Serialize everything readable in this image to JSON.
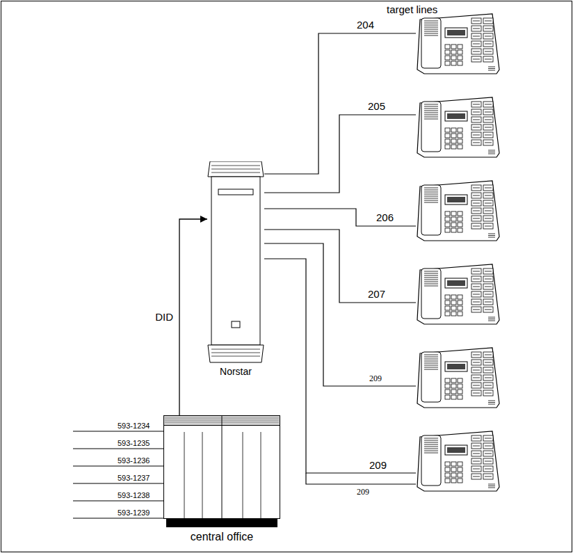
{
  "diagram": {
    "nodes": [
      {
        "text": [
          "Norstar"
        ]
      },
      {
        "text": [
          "central office"
        ]
      }
    ],
    "edges": [
      {
        "from": 1,
        "to": 0,
        "arrow": "to",
        "label": "DID"
      }
    ],
    "labels": [
      "target lines",
      "204",
      "205",
      "206",
      "207",
      "209",
      "209",
      "209",
      "593-1234",
      "593-1235",
      "593-1236",
      "593-1237",
      "593-1238",
      "593-1239"
    ]
  }
}
